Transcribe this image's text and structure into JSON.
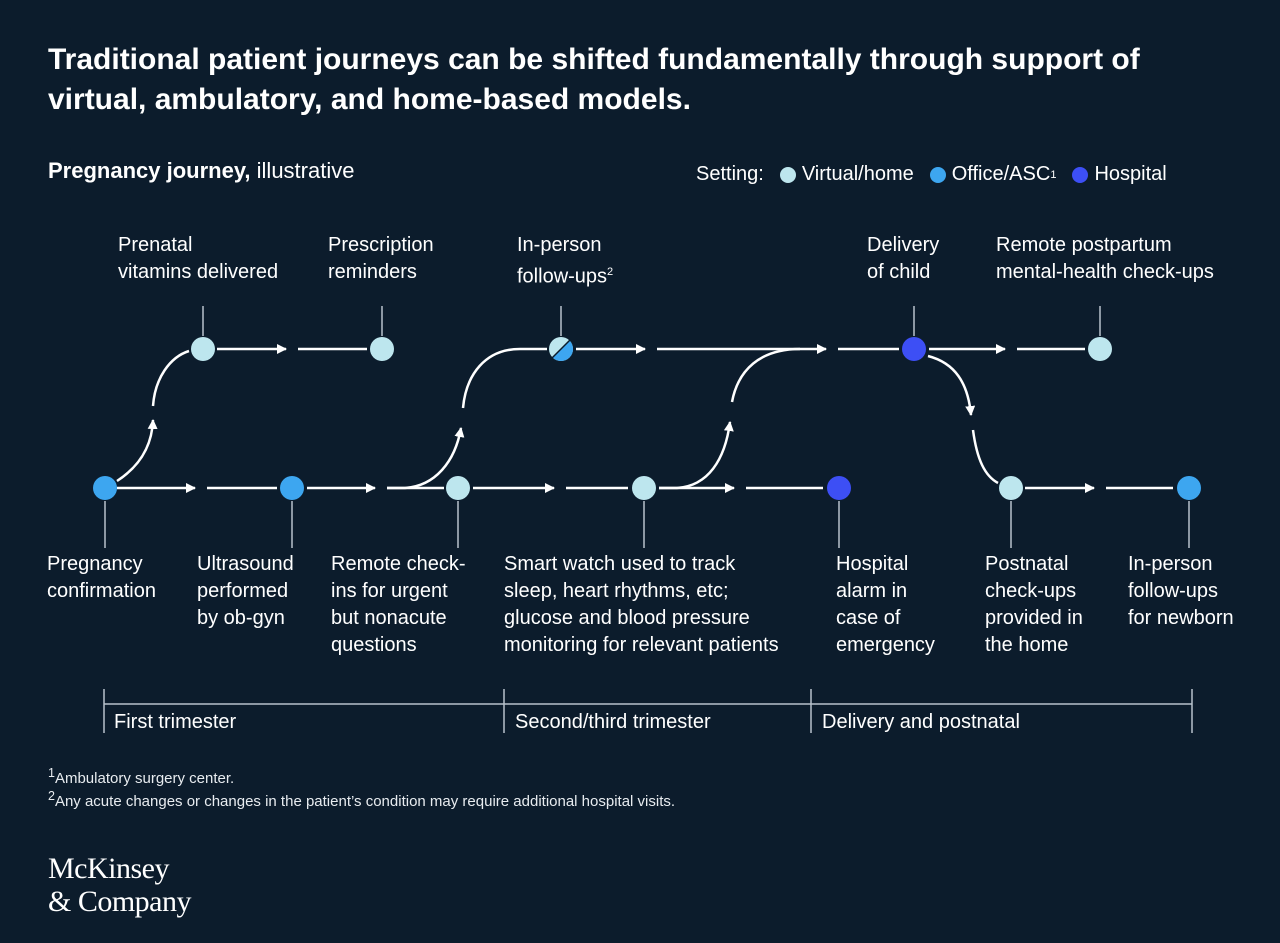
{
  "title": "Traditional patient journeys can be shifted fundamentally through support of virtual, ambulatory, and home-based models.",
  "subtitle": {
    "bold": "Pregnancy journey,",
    "rest": " illustrative"
  },
  "legend": {
    "label": "Setting:",
    "items": [
      {
        "label": "Virtual/home",
        "sup": "",
        "color": "#bde6ee"
      },
      {
        "label": "Office/ASC",
        "sup": "1",
        "color": "#3da6f0"
      },
      {
        "label": "Hospital",
        "sup": "",
        "color": "#3d4ff5"
      }
    ]
  },
  "colors": {
    "virtual": "#bde6ee",
    "office": "#3da6f0",
    "hospital": "#3d4ff5",
    "background": "#0c1c2c"
  },
  "steps_top": [
    {
      "text": "Prenatal\nvitamins delivered",
      "sup": "",
      "setting": "virtual"
    },
    {
      "text": "Prescription\nreminders",
      "sup": "",
      "setting": "virtual"
    },
    {
      "text": "In-person\nfollow-ups",
      "sup": "2",
      "setting": "virtual/office"
    },
    {
      "text": "Delivery\nof child",
      "sup": "",
      "setting": "hospital"
    },
    {
      "text": "Remote postpartum\nmental-health check-ups",
      "sup": "",
      "setting": "virtual"
    }
  ],
  "steps_bottom": [
    {
      "text": "Pregnancy\nconfirmation",
      "setting": "office"
    },
    {
      "text": "Ultrasound\nperformed\nby ob-gyn",
      "setting": "office"
    },
    {
      "text": "Remote check-\nins for urgent\nbut nonacute\nquestions",
      "setting": "virtual"
    },
    {
      "text": "Smart watch used to track\nsleep, heart rhythms, etc;\nglucose and blood pressure\nmonitoring for relevant patients",
      "setting": "virtual"
    },
    {
      "text": "Hospital\nalarm in\ncase of\nemergency",
      "setting": "hospital"
    },
    {
      "text": "Postnatal\ncheck-ups\nprovided in\nthe home",
      "setting": "virtual"
    },
    {
      "text": "In-person\nfollow-ups\nfor newborn",
      "setting": "office"
    }
  ],
  "phases": [
    "First trimester",
    "Second/third trimester",
    "Delivery and postnatal"
  ],
  "footnotes": [
    {
      "sup": "1",
      "text": "Ambulatory surgery center."
    },
    {
      "sup": "2",
      "text": "Any acute changes or changes in the patient’s condition may require additional hospital visits."
    }
  ],
  "logo": {
    "line1": "McKinsey",
    "line2": "& Company"
  }
}
